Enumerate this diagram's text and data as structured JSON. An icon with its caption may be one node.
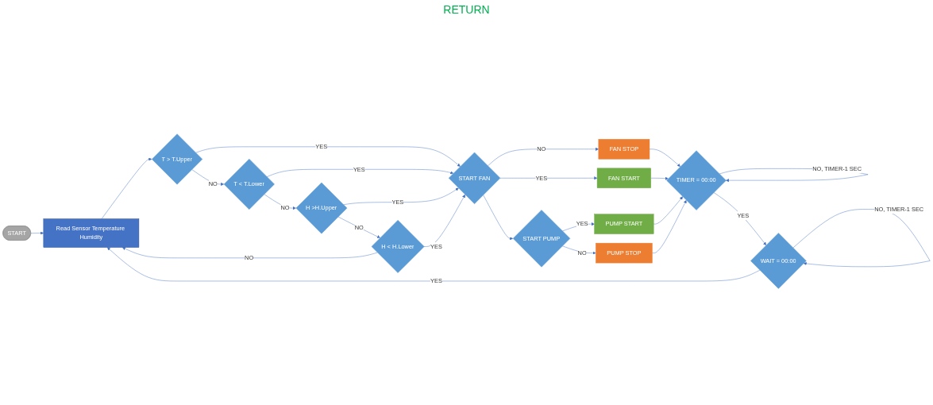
{
  "diagram": {
    "nodes": [
      {
        "text": [
          "START"
        ]
      },
      {
        "text": [
          "Read Sensor Temperature Humidity"
        ]
      },
      {
        "text": [
          "T > T.Upper"
        ]
      },
      {
        "text": [
          "T < T.Lower"
        ]
      },
      {
        "text": [
          "H >H.Upper"
        ]
      },
      {
        "text": [
          "H < H.Lower"
        ]
      },
      {
        "text": [
          "START FAN"
        ]
      },
      {
        "text": [
          "FAN STOP"
        ]
      },
      {
        "text": [
          "FAN START"
        ]
      },
      {
        "text": [
          "START PUMP"
        ]
      },
      {
        "text": [
          "PUMP START"
        ]
      },
      {
        "text": [
          "PUMP STOP"
        ]
      },
      {
        "text": [
          "TIMER = 00:00"
        ]
      },
      {
        "text": [
          "WAIT = 00:00"
        ]
      }
    ],
    "edges": [
      {
        "from": 0,
        "to": 1,
        "arrow": "to"
      },
      {
        "from": 1,
        "to": 2,
        "arrow": "to"
      },
      {
        "from": 2,
        "to": 3,
        "label": "NO",
        "arrow": "to"
      },
      {
        "from": 3,
        "to": 4,
        "label": "NO",
        "arrow": "to"
      },
      {
        "from": 4,
        "to": 5,
        "label": "NO",
        "arrow": "to"
      },
      {
        "from": 5,
        "to": 1,
        "label": "NO",
        "arrow": "to"
      },
      {
        "from": 2,
        "to": 6,
        "label": "YES",
        "arrow": "to"
      },
      {
        "from": 3,
        "to": 6,
        "label": "YES",
        "arrow": "to"
      },
      {
        "from": 4,
        "to": 6,
        "label": "YES",
        "arrow": "to"
      },
      {
        "from": 5,
        "to": 6,
        "label": "YES",
        "arrow": "to"
      },
      {
        "from": 6,
        "to": 7,
        "label": "NO",
        "arrow": "to"
      },
      {
        "from": 6,
        "to": 8,
        "label": "YES",
        "arrow": "to"
      },
      {
        "from": 6,
        "to": 9,
        "arrow": "to"
      },
      {
        "from": 9,
        "to": 10,
        "label": "YES",
        "arrow": "to"
      },
      {
        "from": 9,
        "to": 11,
        "label": "NO",
        "arrow": "to"
      },
      {
        "from": 7,
        "to": 12,
        "arrow": "to"
      },
      {
        "from": 8,
        "to": 12,
        "arrow": "to"
      },
      {
        "from": 10,
        "to": 12,
        "arrow": "to"
      },
      {
        "from": 11,
        "to": 12,
        "arrow": "to"
      },
      {
        "from": 12,
        "to": 12,
        "label": "NO, TIMER-1 SEC",
        "arrow": "to"
      },
      {
        "from": 12,
        "to": 13,
        "label": "YES",
        "arrow": "to"
      },
      {
        "from": 13,
        "to": 13,
        "label": "NO, TIMER-1 SEC",
        "arrow": "to"
      },
      {
        "from": 13,
        "to": 1,
        "label": "YES",
        "arrow": "to"
      }
    ],
    "labels": [
      "RETURN"
    ]
  }
}
